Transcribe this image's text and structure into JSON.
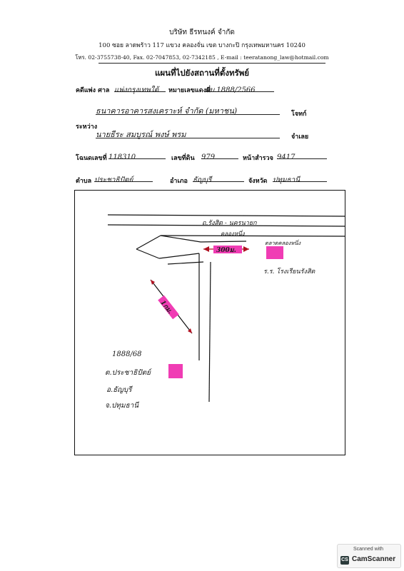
{
  "header": {
    "company": "บริษัท ธีรทนงค์ จำกัด",
    "address": "100  ซอย ลาดพร้าว 117   แขวง คลองจั่น   เขต บางกะปิ  กรุงเทพมหานคร  10240",
    "contact": "โทร. 02-3755738-40, Fax. 02-7047853, 02-7342185 , E-mail : teeratanong_law@hotmail.com"
  },
  "document": {
    "title": "แผนที่ไปยังสถานที่ตั้งทรัพย์",
    "fields": {
      "case_label": "คดีแพ่ง ศาล",
      "case_court": "แพ่งกรุงเทพใต้",
      "black_no_label": "หมายเลขแดงที่",
      "black_no": "ผบ.1888/2566",
      "plaintiff": "ธนาคารอาคารสงเคราะห์ จำกัด (มหาชน)",
      "plaintiff_role": "โจทก์",
      "between_label": "ระหว่าง",
      "defendant": "นายธีระ สมบูรณ์ พงษ์ พรม",
      "defendant_role": "จำเลย",
      "deed_label": "โฉนดเลขที่",
      "deed_no": "118310",
      "land_no_label": "เลขที่ดิน",
      "land_no": "979",
      "survey_label": "หน้าสำรวจ",
      "survey_no": "9417",
      "subdistrict_label": "ตำบล",
      "subdistrict": "ประชาธิปัตย์",
      "district_label": "อำเภอ",
      "district": "ธัญบุรี",
      "province_label": "จังหวัด",
      "province": "ปทุมธานี"
    }
  },
  "map": {
    "road_main": "ถ.รังสิต - นครนายก",
    "road_sub": "คลองหนึ่ง",
    "landmark": "ตลาดคลองหนึ่ง",
    "distance_top": "300ม.",
    "distance_diag": "1กม.",
    "school": "ร.ร. โรงเรียนรังสิต",
    "annot": [
      "1888/68",
      "ต.ประชาธิปัตย์",
      "อ.ธัญบุรี",
      "จ.ปทุมธานี"
    ]
  },
  "footer": {
    "scanned_with": "Scanned with",
    "brand": "CamScanner"
  },
  "colors": {
    "marker": "#f03cb4",
    "ink": "#111111"
  }
}
